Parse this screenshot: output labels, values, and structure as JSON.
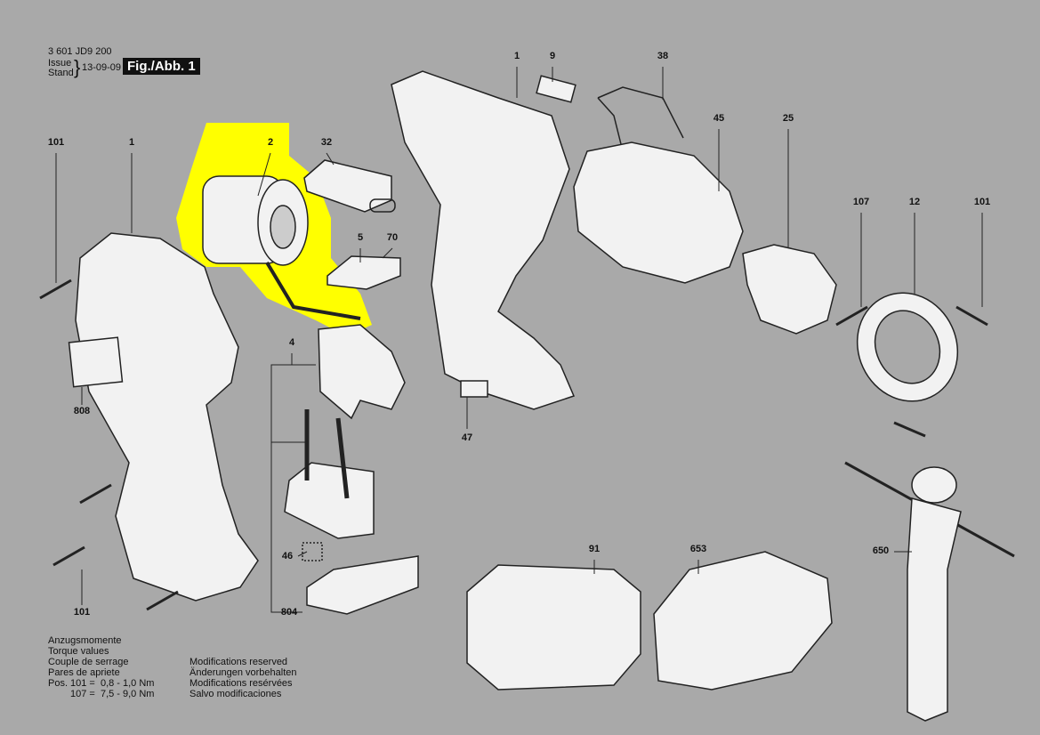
{
  "header": {
    "part_number": "3 601 JD9 200",
    "issue_label": "Issue",
    "stand_label": "Stand",
    "date": "13-09-09",
    "figure": "Fig./Abb. 1"
  },
  "torque": {
    "lines": [
      "Anzugsmomente",
      "Torque values",
      "Couple de serrage",
      "Pares de apriete"
    ],
    "pos_label": "Pos.",
    "row1": "101 =  0,8 - 1,0 Nm",
    "row2": "107 =  7,5 - 9,0 Nm"
  },
  "modifications": [
    "Modifications reserved",
    "Änderungen vorbehalten",
    "Modifications resérvées",
    "Salvo modificaciones"
  ],
  "callouts": [
    {
      "id": "101a",
      "text": "101"
    },
    {
      "id": "1a",
      "text": "1"
    },
    {
      "id": "2",
      "text": "2"
    },
    {
      "id": "32",
      "text": "32"
    },
    {
      "id": "5",
      "text": "5"
    },
    {
      "id": "70",
      "text": "70"
    },
    {
      "id": "4",
      "text": "4"
    },
    {
      "id": "808",
      "text": "808"
    },
    {
      "id": "46",
      "text": "46"
    },
    {
      "id": "804",
      "text": "804"
    },
    {
      "id": "101b",
      "text": "101"
    },
    {
      "id": "1b",
      "text": "1"
    },
    {
      "id": "9",
      "text": "9"
    },
    {
      "id": "38",
      "text": "38"
    },
    {
      "id": "45",
      "text": "45"
    },
    {
      "id": "25",
      "text": "25"
    },
    {
      "id": "107",
      "text": "107"
    },
    {
      "id": "12",
      "text": "12"
    },
    {
      "id": "101c",
      "text": "101"
    },
    {
      "id": "47",
      "text": "47"
    },
    {
      "id": "91",
      "text": "91"
    },
    {
      "id": "653",
      "text": "653"
    },
    {
      "id": "650",
      "text": "650"
    }
  ],
  "highlight_color": "#ffff00"
}
